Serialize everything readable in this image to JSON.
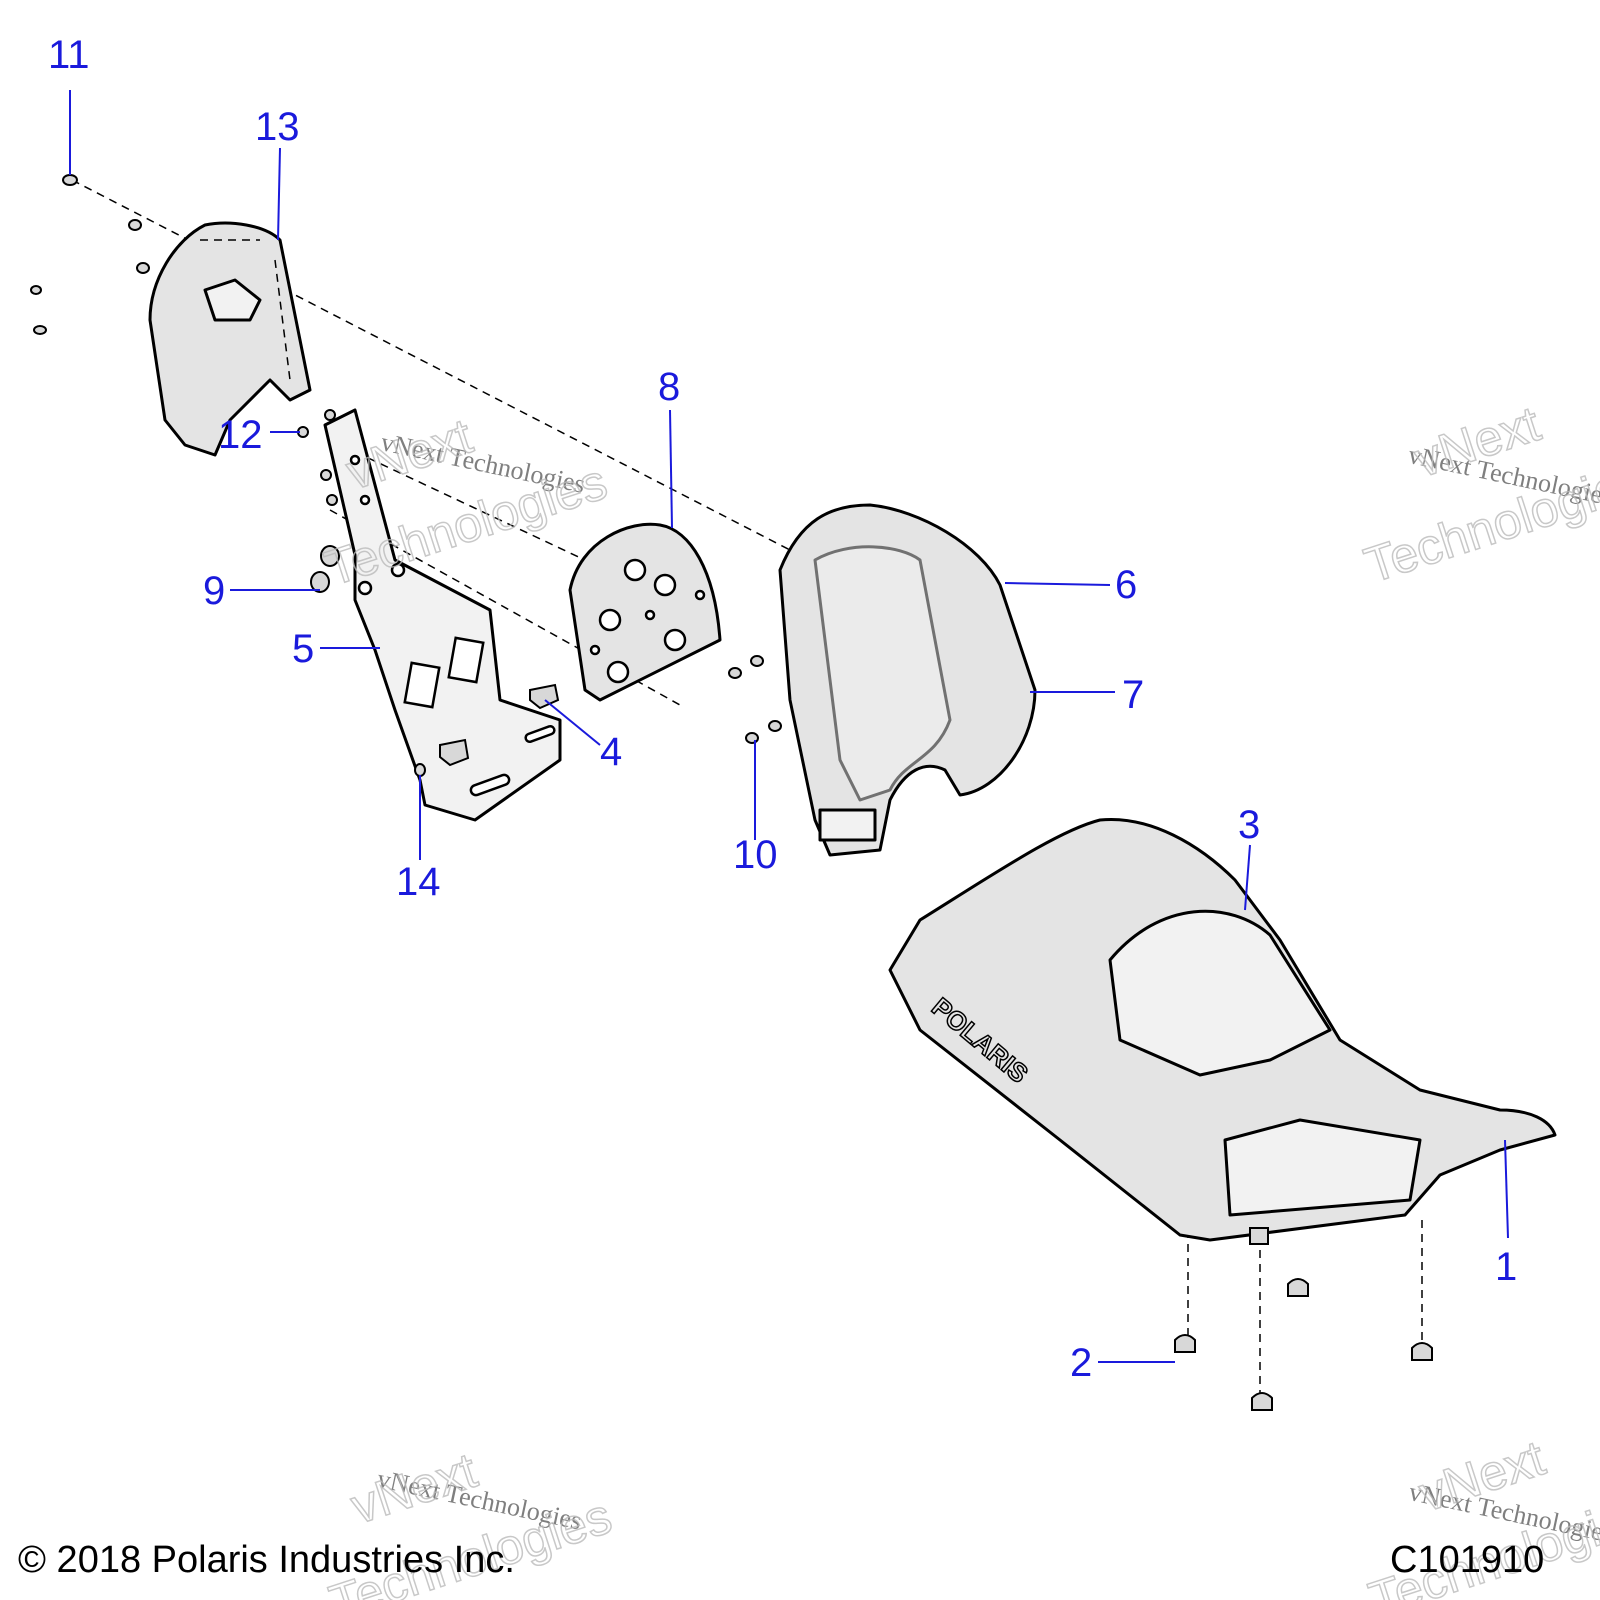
{
  "callouts": {
    "c1": "1",
    "c2": "2",
    "c3": "3",
    "c4": "4",
    "c5": "5",
    "c6": "6",
    "c7": "7",
    "c8": "8",
    "c9": "9",
    "c10": "10",
    "c11": "11",
    "c12": "12",
    "c13": "13",
    "c14": "14"
  },
  "watermark": {
    "line": "vNext Technologies",
    "word1": "vNext",
    "word2": "Technologies"
  },
  "seat_logo": "POLARIS",
  "footer": {
    "copyright": "© 2018 Polaris Industries Inc.",
    "code": "C101910"
  },
  "colors": {
    "callout": "#1a1adc",
    "part_fill": "#e4e4e4",
    "line": "#000000"
  }
}
